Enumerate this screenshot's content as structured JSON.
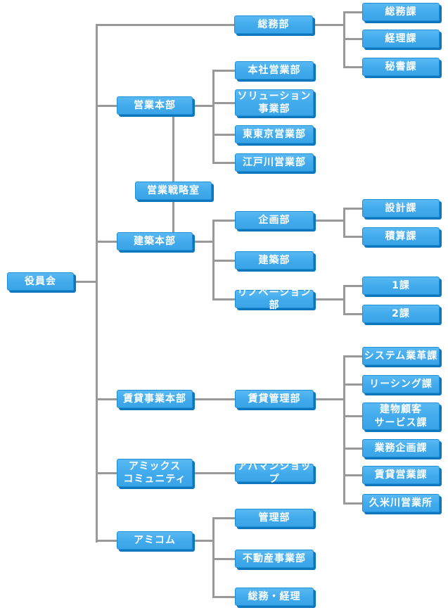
{
  "colors": {
    "node_fill": "#41AAEC",
    "node_fill_highlight": "#58B9F3",
    "node_border": "#1E8FD4",
    "node_shadow": "#0D76BD",
    "node_text": "#FFFFFF",
    "connector": "#999999",
    "background": "#FFFFFF"
  },
  "org_chart": {
    "type": "organization-chart",
    "root": {
      "label": "役員会"
    },
    "branches": [
      {
        "label": "総務部",
        "children": [
          {
            "label": "総務課"
          },
          {
            "label": "経理課"
          },
          {
            "label": "秘書課"
          }
        ]
      },
      {
        "label": "営業本部",
        "children": [
          {
            "label": "本社営業部"
          },
          {
            "label": "ソリューション\n事業部"
          },
          {
            "label": "東東京営業部"
          },
          {
            "label": "江戸川営業部"
          }
        ]
      },
      {
        "label": "営業戦略室"
      },
      {
        "label": "建築本部",
        "children": [
          {
            "label": "企画部",
            "children": [
              {
                "label": "設計課"
              },
              {
                "label": "積算課"
              }
            ]
          },
          {
            "label": "建築部"
          },
          {
            "label": "リノベーション部",
            "children": [
              {
                "label": "1課"
              },
              {
                "label": "2課"
              }
            ]
          }
        ]
      },
      {
        "label": "賃貸事業本部",
        "children": [
          {
            "label": "賃貸管理部",
            "children": [
              {
                "label": "システム業革課"
              },
              {
                "label": "リーシング課"
              },
              {
                "label": "建物顧客\nサービス課"
              },
              {
                "label": "業務企画課"
              },
              {
                "label": "賃貸営業課"
              },
              {
                "label": "久米川営業所"
              }
            ]
          }
        ]
      },
      {
        "label": "アミックス\nコミュニティ",
        "children": [
          {
            "label": "アパマンショップ"
          }
        ]
      },
      {
        "label": "アミコム",
        "children": [
          {
            "label": "管理部"
          },
          {
            "label": "不動産事業部"
          },
          {
            "label": "総務・経理"
          }
        ]
      }
    ]
  }
}
